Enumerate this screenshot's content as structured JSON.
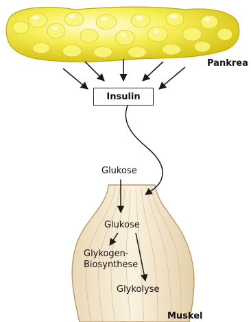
{
  "labels": {
    "pancreas": "Pankrea",
    "insulin": "Insulin",
    "glucose_blood": "Glukose",
    "glucose_muscle": "Glukose",
    "glycogen_line1": "Glykogen-",
    "glycogen_line2": "Biosynthese",
    "glycolysis": "Glykolyse",
    "muscle": "Muskel"
  },
  "colors": {
    "pancreas_fill": "#f3ea3c",
    "pancreas_highlight": "#fdfbb8",
    "muscle_fill": "#f6ead2",
    "muscle_stroke": "#b99a64",
    "arrow": "#1a1a1a"
  }
}
